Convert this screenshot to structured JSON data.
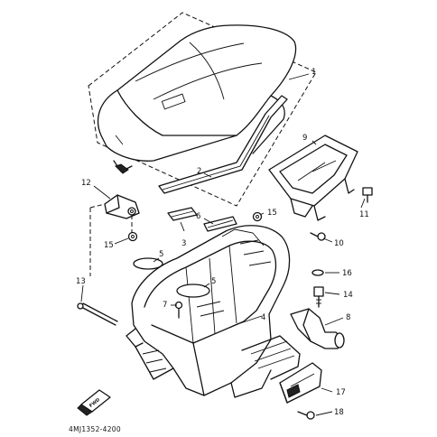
{
  "diagram": {
    "drawing_code": "4MJ1352-4200",
    "direction_marker": "FWD",
    "callouts": [
      {
        "id": "c1",
        "label": "1"
      },
      {
        "id": "c2",
        "label": "2"
      },
      {
        "id": "c3",
        "label": "3"
      },
      {
        "id": "c4",
        "label": "4"
      },
      {
        "id": "c5a",
        "label": "5"
      },
      {
        "id": "c5b",
        "label": "5"
      },
      {
        "id": "c6",
        "label": "6"
      },
      {
        "id": "c7",
        "label": "7"
      },
      {
        "id": "c8",
        "label": "8"
      },
      {
        "id": "c9",
        "label": "9"
      },
      {
        "id": "c10",
        "label": "10"
      },
      {
        "id": "c11",
        "label": "11"
      },
      {
        "id": "c12",
        "label": "12"
      },
      {
        "id": "c13",
        "label": "13"
      },
      {
        "id": "c14",
        "label": "14"
      },
      {
        "id": "c15a",
        "label": "15"
      },
      {
        "id": "c15b",
        "label": "15"
      },
      {
        "id": "c16",
        "label": "16"
      },
      {
        "id": "c17",
        "label": "17"
      },
      {
        "id": "c18",
        "label": "18"
      }
    ]
  }
}
